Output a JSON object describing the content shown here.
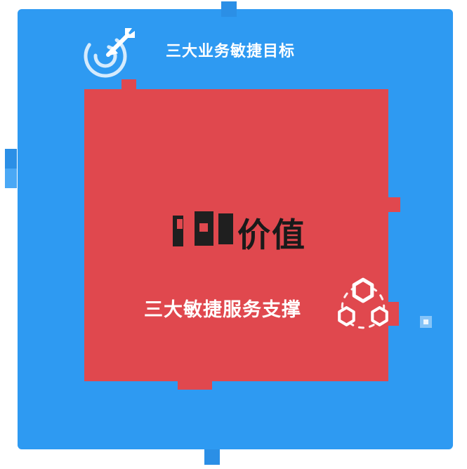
{
  "slide": {
    "colors": {
      "background_blue": "#2e9af2",
      "accent_red": "#e0484e",
      "deco_dark_blue": "#2b8fe6",
      "deco_light_blue": "#4aa8f5",
      "deco_pale_blue": "#85c4f8",
      "title_white": "#ffffff",
      "center_text_dark": "#1a1a1a"
    },
    "top_section": {
      "icon": "target-dart-icon",
      "title": "三大业务敏捷目标"
    },
    "center_section": {
      "title": "价值",
      "note": "leading characters partially obscured by red block"
    },
    "bottom_section": {
      "title": "三大敏捷服务支撑",
      "icon": "hexagon-cluster-icon"
    }
  }
}
